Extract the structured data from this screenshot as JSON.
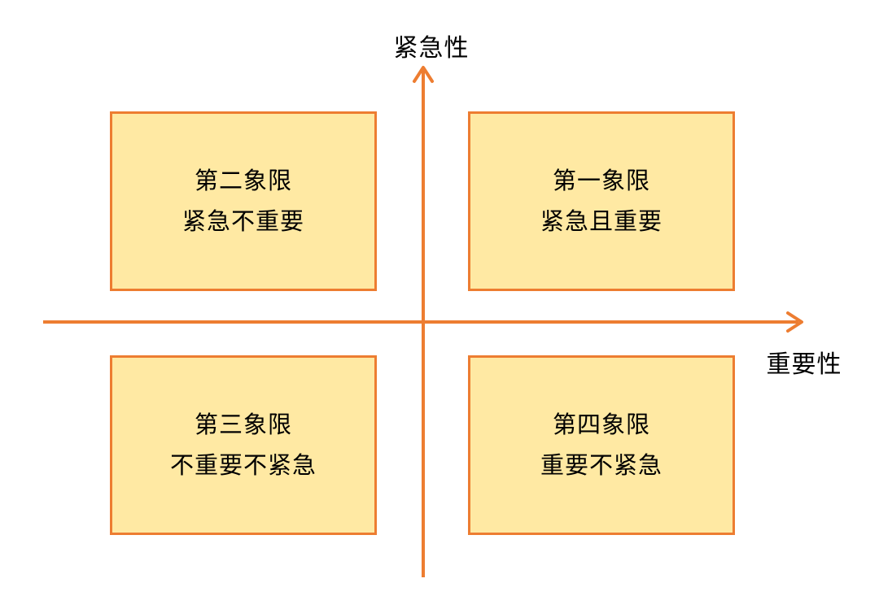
{
  "diagram": {
    "type": "quadrant-matrix",
    "axes": {
      "y_label": "紧急性",
      "x_label": "重要性"
    },
    "quadrants": [
      {
        "position": "top-left",
        "title": "第二象限",
        "subtitle": "紧急不重要"
      },
      {
        "position": "top-right",
        "title": "第一象限",
        "subtitle": "紧急且重要"
      },
      {
        "position": "bottom-left",
        "title": "第三象限",
        "subtitle": "不重要不紧急"
      },
      {
        "position": "bottom-right",
        "title": "第四象限",
        "subtitle": "重要不紧急"
      }
    ],
    "colors": {
      "accent": "#ED7D31",
      "box_fill": "#FFE9A3",
      "text": "#000000",
      "background": "#FFFFFF"
    }
  }
}
